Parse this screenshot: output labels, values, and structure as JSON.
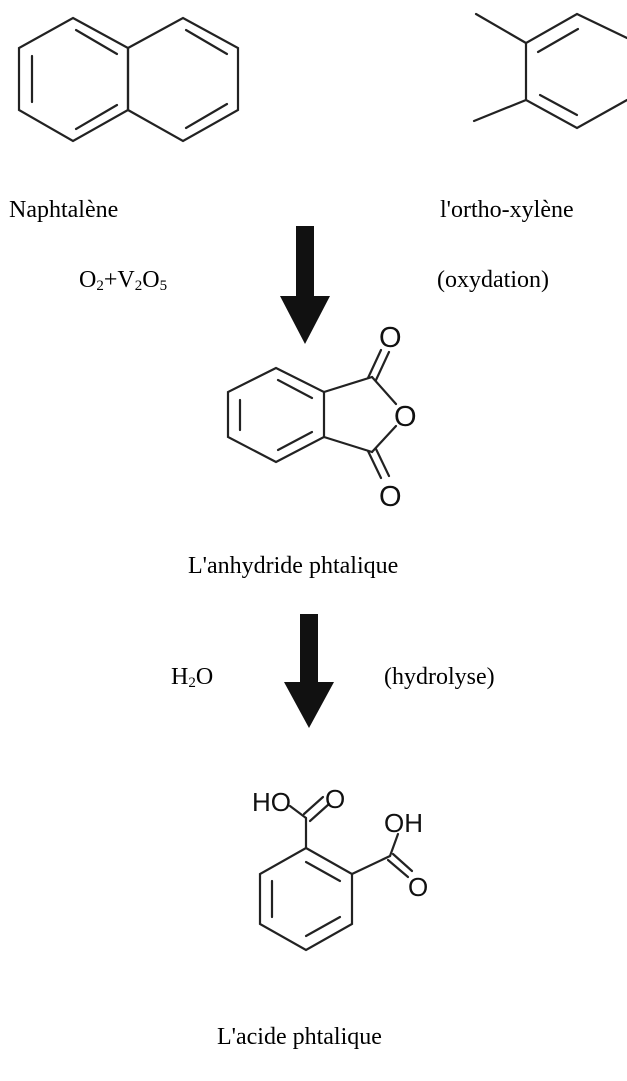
{
  "reactants": {
    "naphthalene_label": "Naphtalène",
    "oxylene_label": "l'ortho-xylène"
  },
  "step1": {
    "reagent_o": "O",
    "reagent_o_sub": "2",
    "reagent_plus_v": "+V",
    "reagent_v_sub": "2",
    "reagent_o2": "O",
    "reagent_o2_sub": "5",
    "process": "(oxydation)"
  },
  "intermediate": {
    "label": "L'anhydride phtalique",
    "atom_o_top": "O",
    "atom_o_ring": "O",
    "atom_o_bottom": "O"
  },
  "step2": {
    "reagent_h": "H",
    "reagent_h_sub": "2",
    "reagent_o": "O",
    "process": "(hydrolyse)"
  },
  "product": {
    "label": "L'acide phtalique",
    "atom_ho": "HO",
    "atom_o_top": "O",
    "atom_oh": "OH",
    "atom_o_bottom": "O"
  },
  "colors": {
    "ink": "#000000",
    "bond": "#222222"
  }
}
